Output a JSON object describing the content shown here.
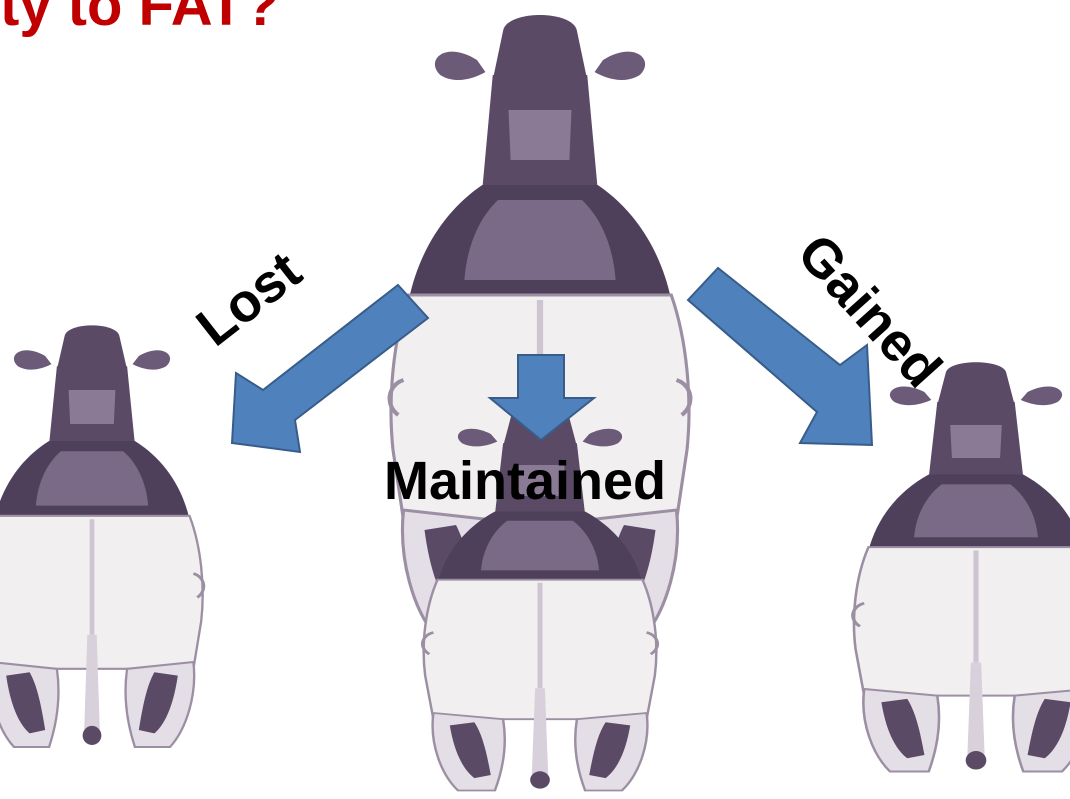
{
  "title": "ty to FAT?",
  "labels": {
    "lost": "Lost",
    "maintained": "Maintained",
    "gained": "Gained"
  },
  "colors": {
    "title": "#c00000",
    "arrow_fill": "#4f81bd",
    "arrow_stroke": "#385d8a",
    "cow_dark": "#5a4a66",
    "cow_light": "#f2eff0"
  },
  "illustrations": [
    "cow-rear-view-top",
    "cow-rear-view-thin",
    "cow-rear-view-moderate",
    "cow-rear-view-fat"
  ]
}
